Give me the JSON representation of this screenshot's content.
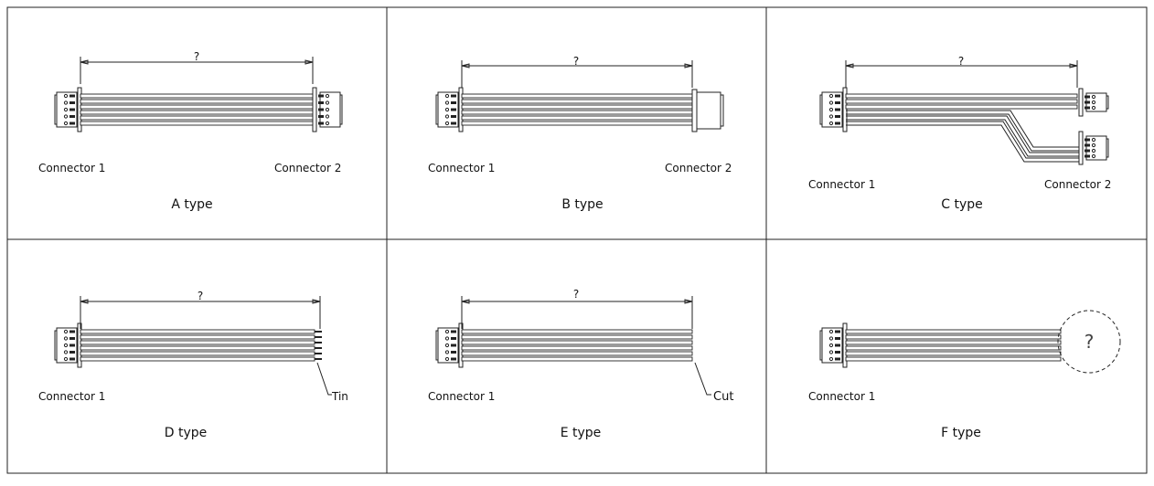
{
  "panels": [
    {
      "id": "A",
      "dimension": "?",
      "connector1": "Connector 1",
      "connector2": "Connector 2",
      "type": "A type"
    },
    {
      "id": "B",
      "dimension": "?",
      "connector1": "Connector 1",
      "connector2": "Connector 2",
      "type": "B type"
    },
    {
      "id": "C",
      "dimension": "?",
      "connector1": "Connector 1",
      "connector2": "Connector 2",
      "type": "C type"
    },
    {
      "id": "D",
      "dimension": "?",
      "connector1": "Connector 1",
      "annotation": "Tin",
      "type": "D type"
    },
    {
      "id": "E",
      "dimension": "?",
      "connector1": "Connector 1",
      "annotation": "Cut",
      "type": "E type"
    },
    {
      "id": "F",
      "connector1": "Connector 1",
      "end_mark": "?",
      "type": "F type"
    }
  ]
}
